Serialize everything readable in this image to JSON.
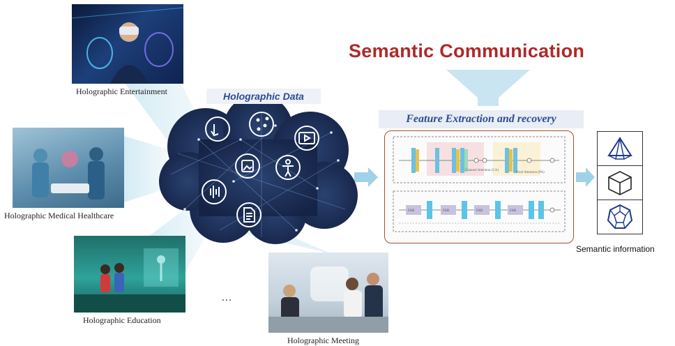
{
  "title": "Semantic Communication",
  "holographic_data_label": "Holographic Data",
  "feature_label": "Feature Extraction and recovery",
  "semantic_output_label": "Semantic information",
  "ellipsis": "…",
  "applications": [
    {
      "caption": "Holographic Entertainment"
    },
    {
      "caption": "Holographic Medical Healthcare"
    },
    {
      "caption": "Holographic Education"
    },
    {
      "caption": "Holographic Meeting"
    }
  ],
  "network": {
    "channel_attention": "Channel Attention (CA)",
    "pixel_attention": "Pixel Attention (PA)",
    "block_label": "FAB"
  },
  "colors": {
    "title": "#b02828",
    "label_text": "#2c4d8f",
    "cloud": "#1d2d52",
    "beam": "#bfe0ee",
    "arrow": "#9fd2e8",
    "net_border": "#a0522d"
  }
}
